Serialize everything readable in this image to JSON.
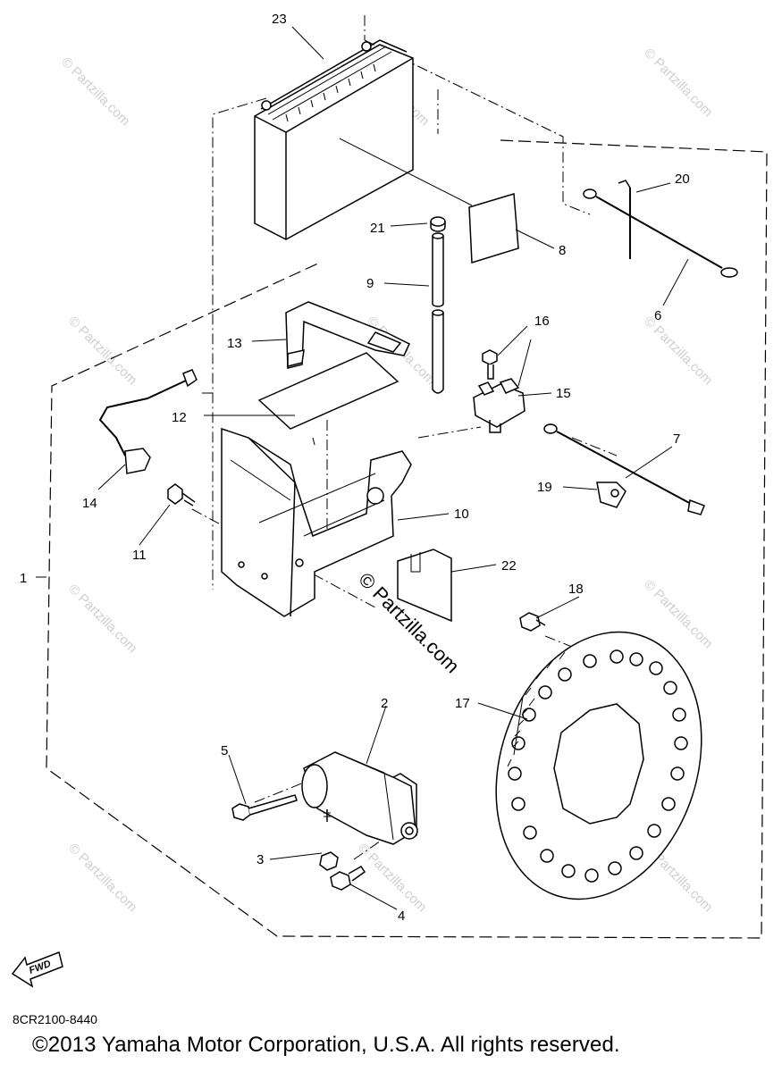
{
  "callouts": {
    "c1": "1",
    "c2": "2",
    "c3": "3",
    "c4": "4",
    "c5": "5",
    "c6": "6",
    "c7": "7",
    "c8": "8",
    "c9": "9",
    "c10": "10",
    "c11": "11",
    "c12": "12",
    "c13": "13",
    "c14": "14",
    "c15": "15",
    "c16": "16",
    "c17": "17",
    "c18": "18",
    "c19": "19",
    "c20": "20",
    "c21": "21",
    "c22": "22",
    "c23": "23"
  },
  "watermark": "© Partzilla.com",
  "fwd_label": "FWD",
  "diagram_code": "8CR2100-8440",
  "copyright": "©2013 Yamaha Motor Corporation, U.S.A. All rights reserved."
}
